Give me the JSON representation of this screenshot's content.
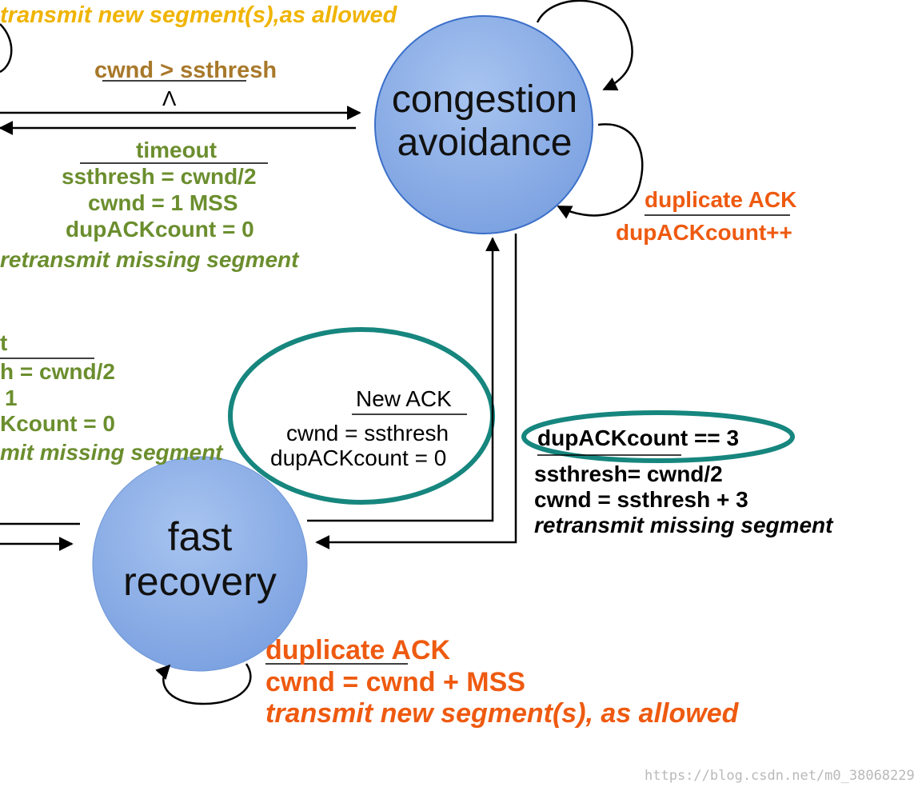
{
  "states": {
    "congestion_avoidance": {
      "line1": "congestion",
      "line2": "avoidance"
    },
    "fast_recovery": {
      "line1": "fast",
      "line2": "recovery"
    }
  },
  "transitions": {
    "top_partial": {
      "action": "transmit new segment(s),as allowed"
    },
    "to_ca": {
      "event": "cwnd > ssthresh",
      "action": "Λ"
    },
    "timeout_top": {
      "event": "timeout",
      "action1": "ssthresh = cwnd/2",
      "action2": "cwnd = 1 MSS",
      "action3": "dupACKcount = 0",
      "action4": "retransmit missing segment"
    },
    "timeout_left": {
      "event": "t",
      "action1": "h = cwnd/2",
      "action2": "1",
      "action3": "Kcount = 0",
      "action4": "mit missing segment"
    },
    "ca_dup_ack": {
      "event": "duplicate ACK",
      "action": "dupACKcount++"
    },
    "new_ack": {
      "event": "New ACK",
      "action1": "cwnd = ssthresh",
      "action2": "dupACKcount = 0"
    },
    "triple_dup": {
      "event": "dupACKcount == 3",
      "action1": "ssthresh= cwnd/2",
      "action2": "cwnd = ssthresh + 3",
      "action3": "retransmit missing segment"
    },
    "fr_dup_ack": {
      "event": "duplicate ACK",
      "action1": "cwnd = cwnd + MSS",
      "action2": "transmit new segment(s), as allowed"
    }
  },
  "watermark": "https://blog.csdn.net/m0_38068229",
  "colors": {
    "state_fill": "#8eb0e6",
    "highlight_ring": "#16867e",
    "green_label": "#6b8e2e",
    "gold_label": "#f0b400",
    "brown_label": "#a8782a",
    "orange_label": "#ee5a10",
    "arrow": "#000000"
  }
}
